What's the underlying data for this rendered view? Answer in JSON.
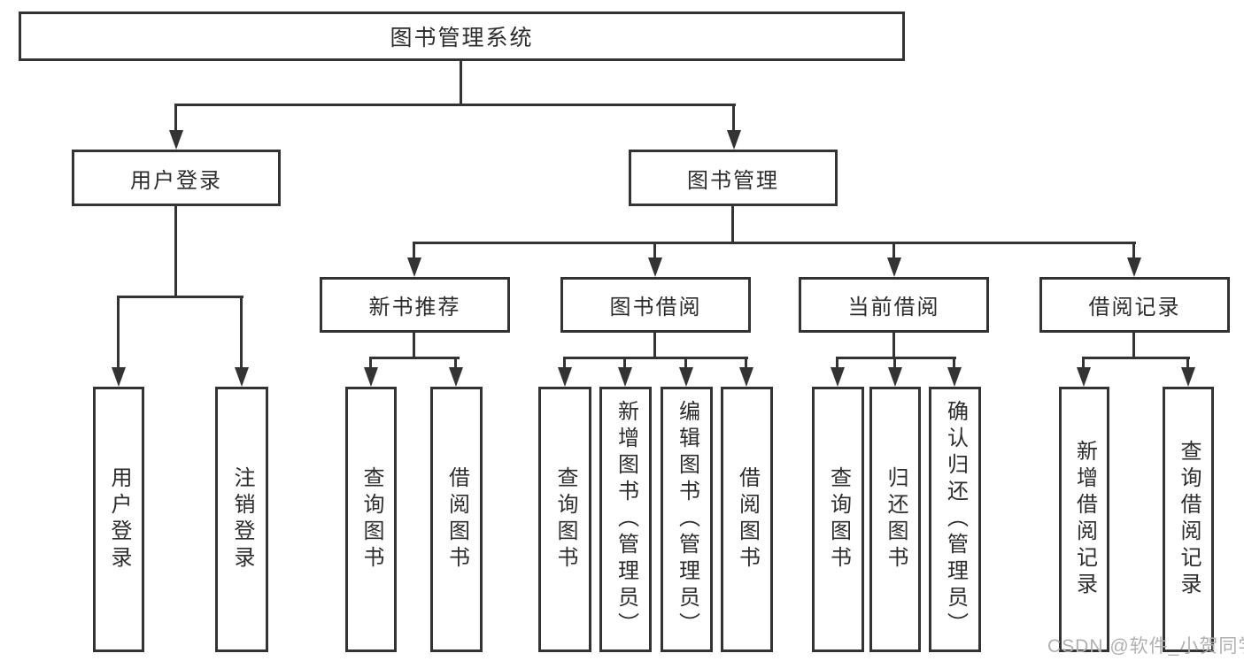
{
  "diagram_type": "hierarchy-tree",
  "colors": {
    "line": "#333333",
    "box_border": "#333333",
    "box_fill": "#ffffff",
    "text": "#2d2d2d",
    "watermark": "#b0b0b0"
  },
  "tree": {
    "label": "图书管理系统",
    "children": [
      {
        "label": "用户登录",
        "children": [
          {
            "label": "用户登录"
          },
          {
            "label": "注销登录"
          }
        ]
      },
      {
        "label": "图书管理",
        "children": [
          {
            "label": "新书推荐",
            "children": [
              {
                "label": "查询图书"
              },
              {
                "label": "借阅图书"
              }
            ]
          },
          {
            "label": "图书借阅",
            "children": [
              {
                "label": "查询图书"
              },
              {
                "label": "新增图书（管理员）"
              },
              {
                "label": "编辑图书（管理员）"
              },
              {
                "label": "借阅图书"
              }
            ]
          },
          {
            "label": "当前借阅",
            "children": [
              {
                "label": "查询图书"
              },
              {
                "label": "归还图书"
              },
              {
                "label": "确认归还（管理员）"
              }
            ]
          },
          {
            "label": "借阅记录",
            "children": [
              {
                "label": "新增借阅记录"
              },
              {
                "label": "查询借阅记录"
              }
            ]
          }
        ]
      }
    ]
  },
  "watermark": {
    "text": "CSDN @软件_小贺同学"
  }
}
